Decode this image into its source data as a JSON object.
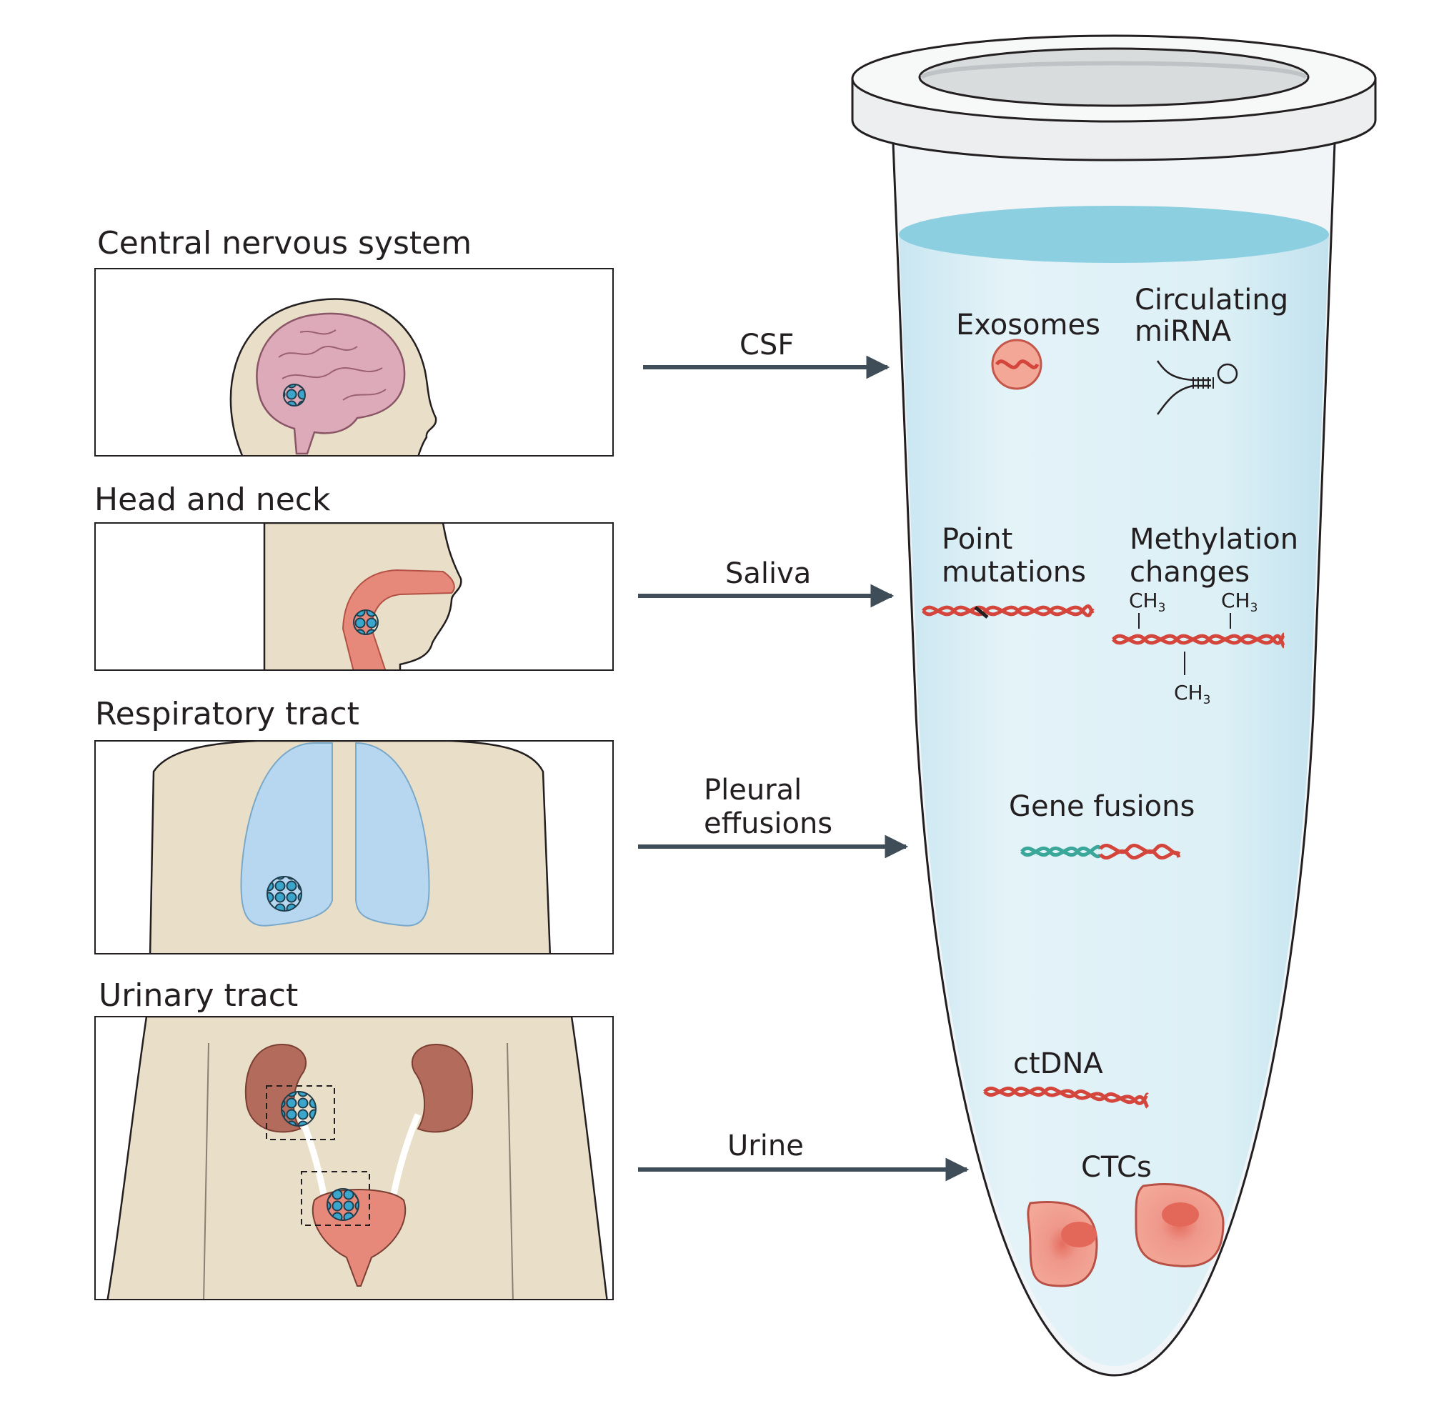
{
  "panels": [
    {
      "title": "Central nervous system",
      "fluid": "CSF"
    },
    {
      "title": "Head and neck",
      "fluid": "Saliva"
    },
    {
      "title": "Respiratory tract",
      "fluid_line1": "Pleural",
      "fluid_line2": "effusions"
    },
    {
      "title": "Urinary tract",
      "fluid": "Urine"
    }
  ],
  "tube": {
    "markers": {
      "exosomes": "Exosomes",
      "mirna_line1": "Circulating",
      "mirna_line2": "miRNA",
      "point_line1": "Point",
      "point_line2": "mutations",
      "meth_line1": "Methylation",
      "meth_line2": "changes",
      "methyl_group": "CH",
      "methyl_sub": "3",
      "gene_fusions": "Gene fusions",
      "ctdna": "ctDNA",
      "ctcs": "CTCs"
    }
  },
  "colors": {
    "arrow": "#3e4d57",
    "tube_liquid": "#dbeef5",
    "liquid_surface": "#8ccfe0",
    "dna_red": "#d4453c",
    "dna_teal": "#3aa79a",
    "tumor": "#3ba6cc",
    "skin": "#e9dfc9",
    "lung": "#b6d7ef",
    "brain": "#dcaab8",
    "kidney": "#b36c5c",
    "ctc": "#ec9a86"
  },
  "icons": [
    "arrow-icon",
    "dna-helix-icon",
    "mirna-hairpin-icon",
    "tumor-cluster-icon",
    "cell-icon"
  ]
}
